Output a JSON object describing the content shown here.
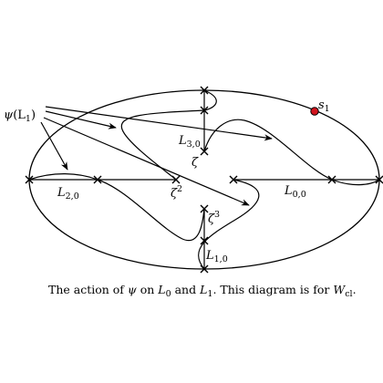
{
  "labels": {
    "psi": "ψ",
    "psi_arg": "(L",
    "psi_arg_sub": "1",
    "psi_close": ")",
    "s": "s",
    "s_sub": "1",
    "zeta": "ζ",
    "zeta_sq": "ζ",
    "zeta_sq_sup": "2",
    "zeta_cu": "ζ",
    "zeta_cu_sup": "3",
    "L30": "L",
    "L30_sub": "3,0",
    "L20": "L",
    "L20_sub": "2,0",
    "L00": "L",
    "L00_sub": "0,0",
    "L10": "L",
    "L10_sub": "1,0"
  },
  "caption": {
    "prefix": "The action of ",
    "psi": "ψ",
    "middle": " on ",
    "L0": "L",
    "L0_sub": "0",
    "and": " and ",
    "L1": "L",
    "L1_sub": "1",
    "suffix1": ". This diagram is for ",
    "W": "W",
    "W_sub": "cl",
    "suffix2": "."
  },
  "colors": {
    "stroke": "#000000",
    "point_fill": "#d2141e"
  }
}
